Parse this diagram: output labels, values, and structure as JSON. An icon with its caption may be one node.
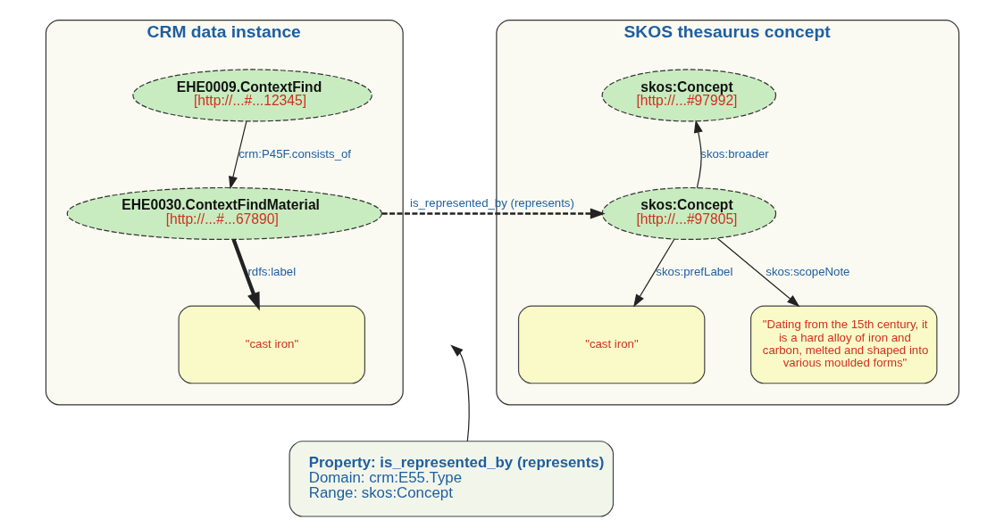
{
  "diagram": {
    "nodes": [
      {
        "text": [
          "CRM data instance"
        ]
      },
      {
        "text": [
          "EHE0009.ContextFind",
          "[http://...#...12345]"
        ],
        "in": 0
      },
      {
        "text": [
          "EHE0030.ContextFindMaterial",
          "[http://...#...67890]"
        ],
        "in": 0
      },
      {
        "text": [
          "\"cast iron\""
        ],
        "in": 0
      },
      {
        "text": [
          "SKOS thesaurus concept"
        ]
      },
      {
        "text": [
          "skos:Concept",
          "[http://...#97992]"
        ],
        "in": 4
      },
      {
        "text": [
          "skos:Concept",
          "[http://...#97805]"
        ],
        "in": 4
      },
      {
        "text": [
          "\"cast iron\""
        ],
        "in": 4
      },
      {
        "text": [
          "\"Dating from the 15th century, it is a hard alloy of iron and carbon, melted and shaped into various moulded forms\""
        ],
        "in": 4
      },
      {
        "text": [
          "Property: is_represented_by (represents)",
          "Domain: crm:E55.Type",
          "Range: skos:Concept"
        ]
      }
    ],
    "edges": [
      {
        "from": 1,
        "to": 2,
        "arrow": "to",
        "label": "crm:P45F.consists_of"
      },
      {
        "from": 2,
        "to": 3,
        "arrow": "to",
        "label": "rdfs:label",
        "style": "thick"
      },
      {
        "from": 2,
        "to": 6,
        "arrow": "to",
        "label": "is_represented_by (represents)",
        "style": "dashed"
      },
      {
        "from": 6,
        "to": 5,
        "arrow": "to",
        "label": "skos:broader"
      },
      {
        "from": 6,
        "to": 7,
        "arrow": "to",
        "label": "skos:prefLabel"
      },
      {
        "from": 6,
        "to": 8,
        "arrow": "to",
        "label": "skos:scopeNote"
      },
      {
        "from": 9,
        "to": null,
        "arrow": "to"
      }
    ]
  }
}
